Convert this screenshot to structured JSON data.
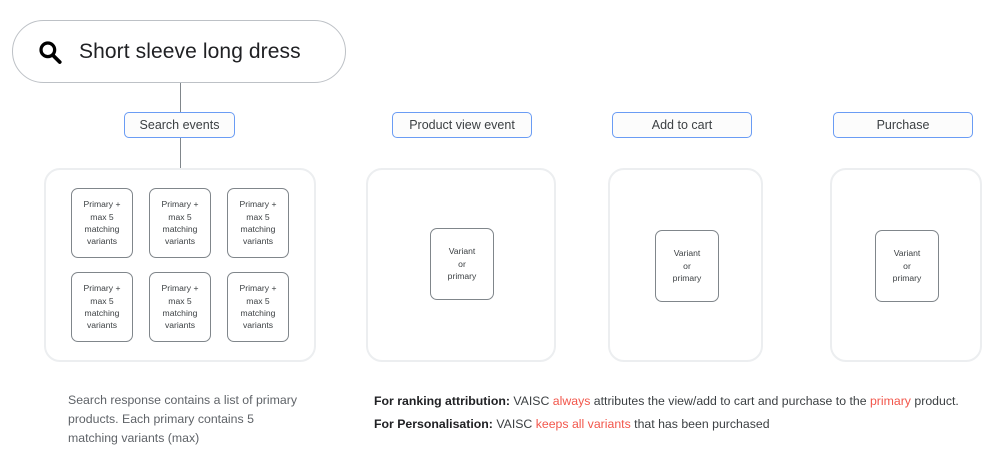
{
  "search": {
    "query": "Short sleeve long dress",
    "icon": "search-icon"
  },
  "stages": [
    {
      "key": "search_events",
      "label": "Search events"
    },
    {
      "key": "product_view_event",
      "label": "Product view event"
    },
    {
      "key": "add_to_cart",
      "label": "Add to cart"
    },
    {
      "key": "purchase",
      "label": "Purchase"
    }
  ],
  "search_results": {
    "cards": [
      "Primary + max 5 matching variants",
      "Primary + max 5 matching variants",
      "Primary + max 5 matching variants",
      "Primary + max 5 matching variants",
      "Primary + max 5 matching variants",
      "Primary + max 5 matching variants"
    ],
    "card_lines": [
      "Primary +",
      "max 5",
      "matching",
      "variants"
    ]
  },
  "event_card": {
    "lines": [
      "Variant",
      "or",
      "primary"
    ]
  },
  "captions": {
    "left": "Search response contains a list of primary products. Each primary contains 5 matching variants (max)",
    "ranking": {
      "label": "For ranking attribution:",
      "part1": " VAISC ",
      "highlight1": "always",
      "part2": " attributes the view/add to cart and purchase to the ",
      "highlight2": "primary",
      "part3": " product."
    },
    "personalisation": {
      "label": "For Personalisation:",
      "part1": " VAISC ",
      "highlight1": "keeps all variants",
      "part2": " that has been purchased"
    }
  },
  "colors": {
    "pill_border": "#6a9cf4",
    "panel_border": "#eceef0",
    "card_border": "#80868b",
    "highlight": "#f2564b",
    "connector": "#80868b"
  }
}
